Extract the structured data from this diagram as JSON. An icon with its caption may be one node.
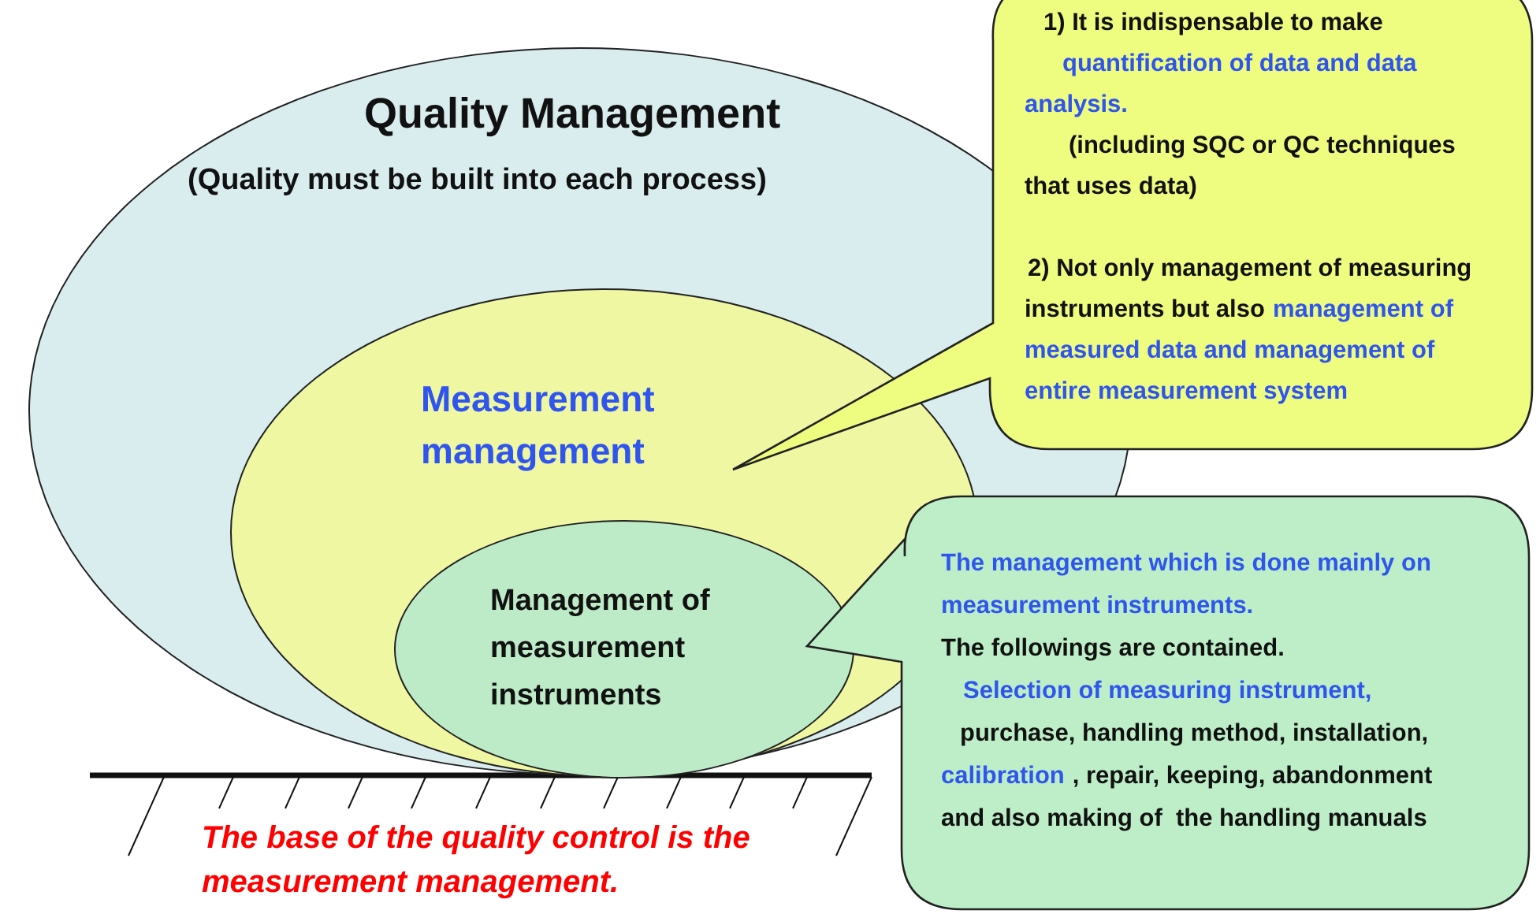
{
  "diagram": {
    "nodes": [
      {
        "text": [
          "Quality Management",
          "(Quality must be built into each process)"
        ]
      },
      {
        "text": [
          "Measurement management"
        ],
        "in": 0
      },
      {
        "text": [
          "Management of measurement instruments"
        ],
        "in": 1
      },
      {
        "text": [
          "1) It is indispensable to make",
          "quantification of data and data analysis.",
          "(including SQC or QC techniques that uses data)",
          "2) Not only management of measuring instruments but also",
          "management of measured data and management of entire measurement system"
        ]
      },
      {
        "text": [
          "The management which is done mainly on measurement instruments.",
          "The followings are contained.",
          "Selection of measuring instrument,",
          "purchase, handling method, installation,",
          "calibration",
          ", repair, keeping, abandonment and also making of  the handling manuals"
        ]
      }
    ],
    "labels": [
      "The base of the quality control is the measurement management."
    ]
  }
}
